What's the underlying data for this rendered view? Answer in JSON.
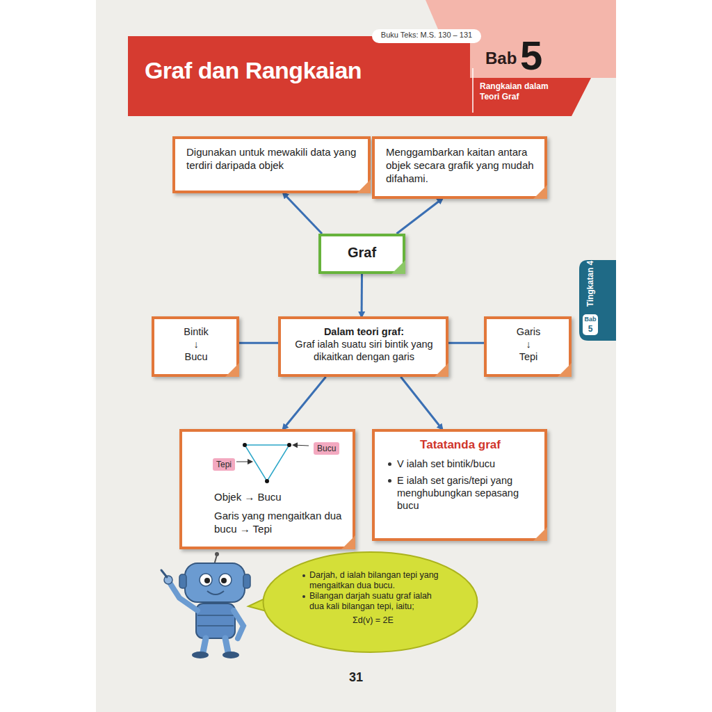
{
  "diagram": {
    "title": "Graf dan Rangkaian",
    "nodes": [
      {
        "text": [
          "Digunakan untuk mewakili data yang terdiri daripada objek"
        ]
      },
      {
        "text": [
          "Menggambarkan kaitan antara objek secara grafik yang mudah difahami."
        ]
      },
      {
        "text": [
          "Graf"
        ]
      },
      {
        "text": [
          "Bintik",
          "↓",
          "Bucu"
        ]
      },
      {
        "text": [
          "Dalam teori graf:",
          "Graf ialah suatu siri bintik yang dikaitkan dengan garis"
        ]
      },
      {
        "text": [
          "Garis",
          "↓",
          "Tepi"
        ]
      },
      {
        "text": [
          "Objek → Bucu",
          "Garis yang mengaitkan dua bucu → Tepi"
        ]
      },
      {
        "text": [
          "Bucu"
        ],
        "in": 6
      },
      {
        "text": [
          "Tepi"
        ],
        "in": 6
      },
      {
        "text": [
          "Tatatanda graf",
          "V ialah set bintik/bucu",
          "E ialah set garis/tepi yang menghubungkan sepasang bucu"
        ]
      },
      {
        "text": [
          "Darjah, d ialah bilangan tepi yang mengaitkan dua bucu.",
          "Bilangan darjah suatu graf ialah dua kali bilangan tepi, iaitu;",
          "Σd(v) = 2E"
        ]
      }
    ],
    "edges": [
      {
        "from": 2,
        "to": 0,
        "arrow": "to"
      },
      {
        "from": 2,
        "to": 1,
        "arrow": "to"
      },
      {
        "from": 2,
        "to": 4,
        "arrow": "to"
      },
      {
        "from": 4,
        "to": 3,
        "arrow": "none"
      },
      {
        "from": 4,
        "to": 5,
        "arrow": "none"
      },
      {
        "from": 4,
        "to": 6,
        "arrow": "to"
      },
      {
        "from": 4,
        "to": 9,
        "arrow": "to"
      }
    ],
    "labels": [
      "Buku Teks: M.S. 130 – 131",
      "Bab",
      "5",
      "Rangkaian dalam Teori Graf",
      "Tingkatan 4",
      "Bab",
      "5",
      "31"
    ]
  }
}
